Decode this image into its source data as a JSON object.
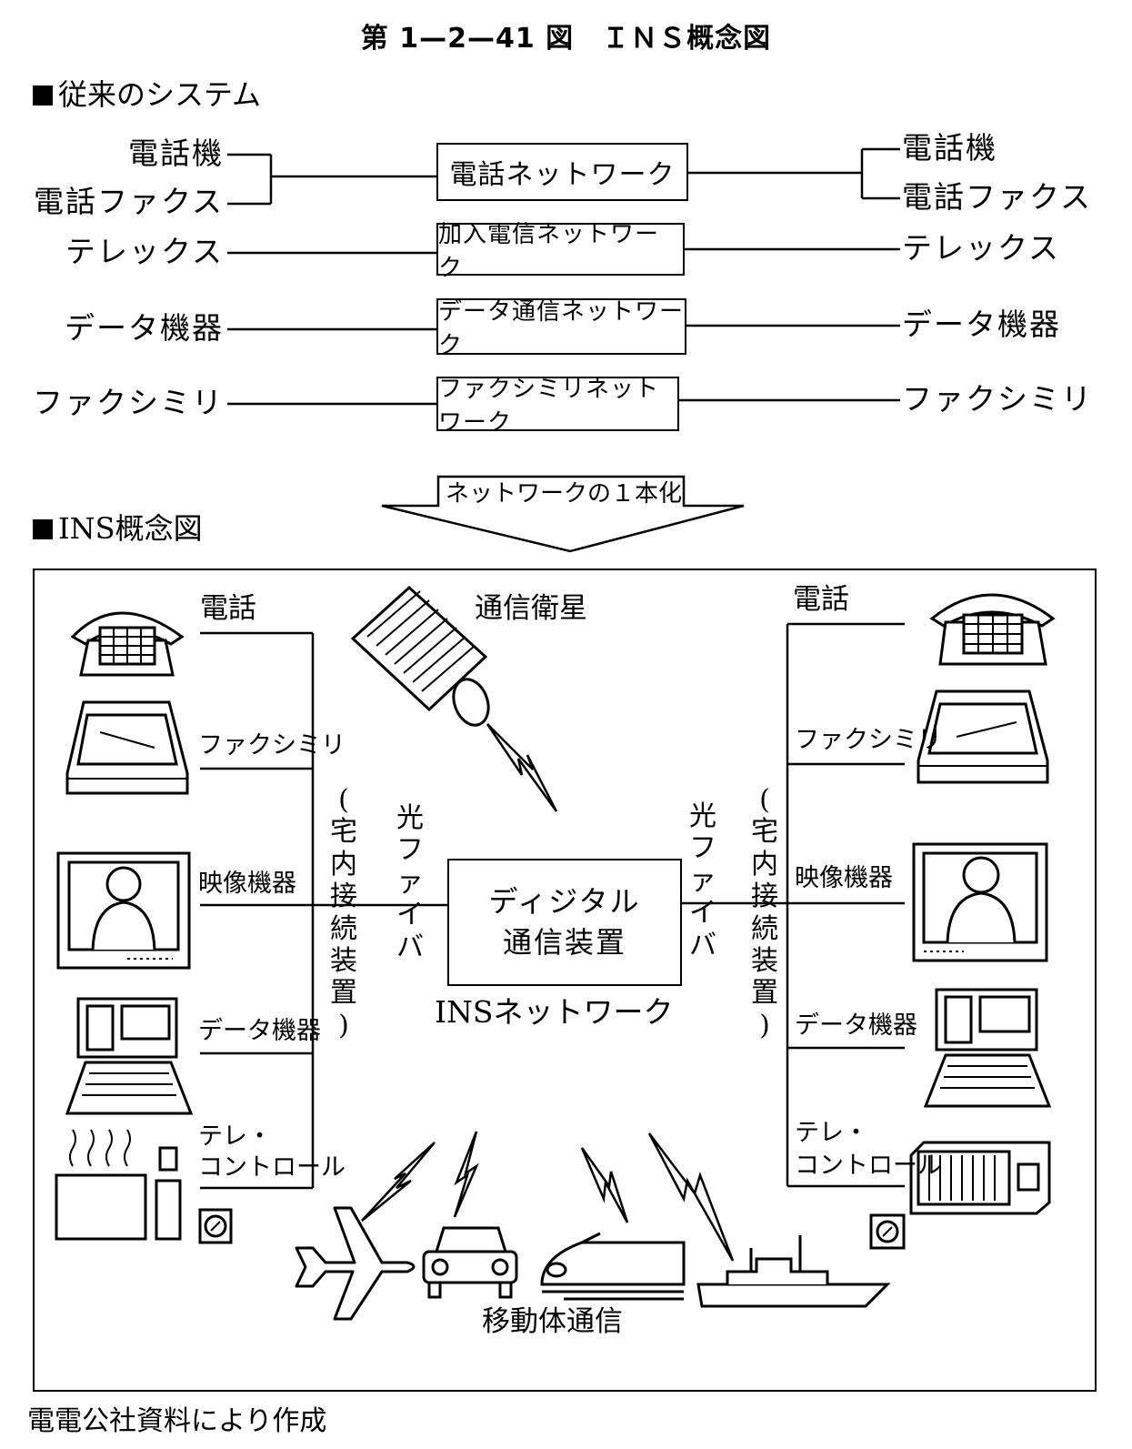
{
  "figure_title": "第 1—2—41 図　ＩＮＳ概念図",
  "section_old": "従来のシステム",
  "section_ins": "INS概念図",
  "conventional": {
    "left": {
      "telephone": "電話機",
      "phone_fax": "電話ファクス",
      "telex": "テレックス",
      "data_equipment": "データ機器",
      "facsimile": "ファクシミリ"
    },
    "networks": {
      "telephone_network": "電話ネットワーク",
      "telex_network": "加入電信ネットワーク",
      "data_network": "データ通信ネットワーク",
      "fax_network": "ファクシミリネットワーク"
    },
    "right": {
      "telephone": "電話機",
      "phone_fax": "電話ファクス",
      "telex": "テレックス",
      "data_equipment": "データ機器",
      "facsimile": "ファクシミリ"
    }
  },
  "arrow_label": "ネットワークの１本化",
  "ins": {
    "satellite": "通信衛星",
    "core_line1": "ディジタル",
    "core_line2": "通信装置",
    "network_label": "INSネットワーク",
    "mobile": "移動体通信",
    "fiber_left": "光ファイバ",
    "fiber_right": "光ファイバ",
    "home_device_left": "(宅内接続装置)",
    "home_device_right": "(宅内接続装置)",
    "left": {
      "phone": "電話",
      "facsimile": "ファクシミリ",
      "video": "映像機器",
      "data": "データ機器",
      "telecontrol_1": "テレ・",
      "telecontrol_2": "コントロール"
    },
    "right": {
      "phone": "電話",
      "facsimile": "ファクシミリ",
      "video": "映像機器",
      "data": "データ機器",
      "telecontrol_1": "テレ・",
      "telecontrol_2": "コントロール"
    }
  },
  "source_note": "電電公社資料により作成",
  "icons": [
    "telephone-icon",
    "facsimile-icon",
    "monitor-icon",
    "computer-icon",
    "heater-icon",
    "outlet-icon",
    "satellite-icon",
    "lightning-icon",
    "airplane-icon",
    "car-icon",
    "train-icon",
    "ship-icon"
  ]
}
